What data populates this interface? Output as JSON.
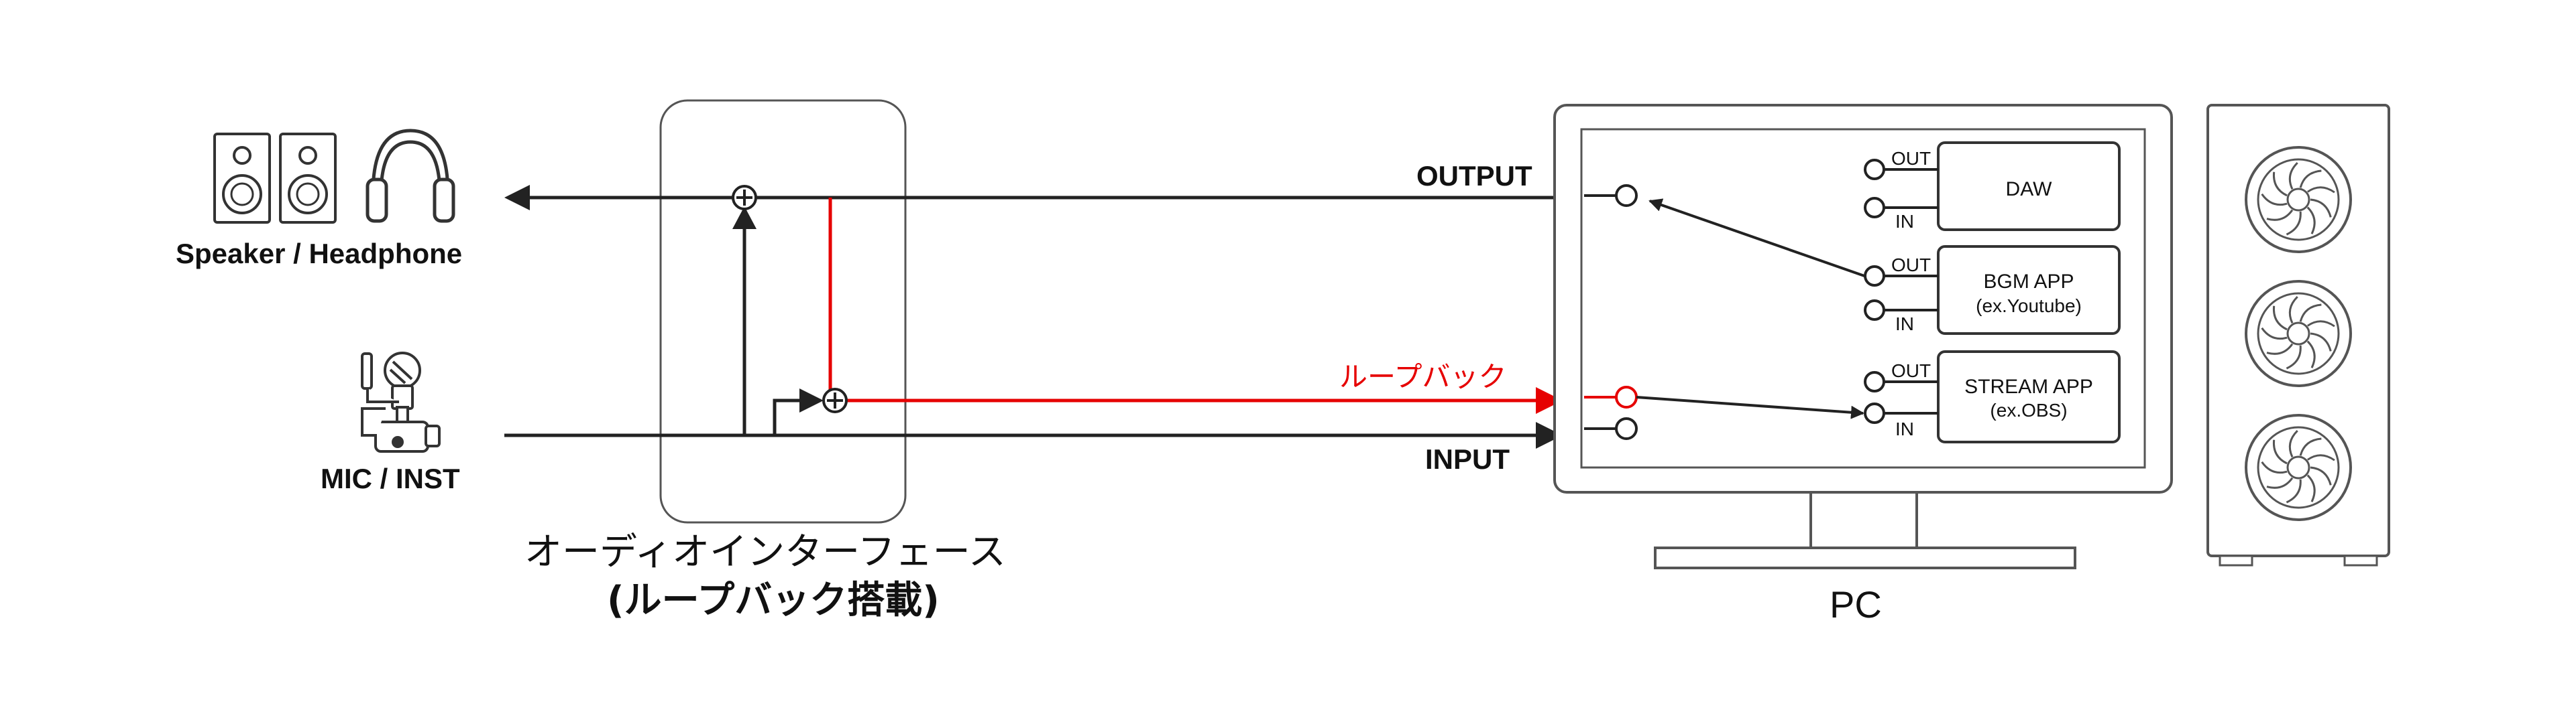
{
  "colors": {
    "line": "#222222",
    "loopback": "#e60000",
    "box_stroke": "#555555",
    "background": "#ffffff"
  },
  "left_devices": {
    "speaker_label": "Speaker / Headphone",
    "mic_label": "MIC / INST",
    "icons": [
      "speaker-icon",
      "speaker-icon",
      "headphone-icon",
      "microphone-icon"
    ]
  },
  "interface": {
    "label_line1": "オーディオインターフェース",
    "label_line2": "(ループバック搭載)",
    "mixer_symbol": "⊕"
  },
  "signals": {
    "output_label": "OUTPUT",
    "input_label": "INPUT",
    "loopback_label": "ループバック"
  },
  "pc": {
    "label": "PC",
    "apps": [
      {
        "name": "DAW",
        "sub": "",
        "out": "OUT",
        "in": "IN"
      },
      {
        "name": "BGM APP",
        "sub": "(ex.Youtube)",
        "out": "OUT",
        "in": "IN"
      },
      {
        "name": "STREAM APP",
        "sub": "(ex.OBS)",
        "out": "OUT",
        "in": "IN"
      }
    ]
  }
}
